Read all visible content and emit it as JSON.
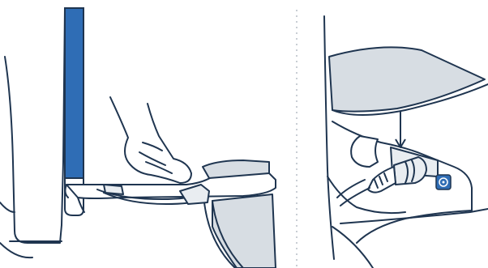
{
  "colors": {
    "background": "#ffffff",
    "outline": "#1f3550",
    "accent_blue": "#2f6db5",
    "panel_gray": "#d7dde3",
    "connector_gray": "#e9edf1",
    "divider": "#c9ced4"
  },
  "panels": [
    {
      "name": "left-illustration",
      "content": "hand-routing-cable-through-clip"
    },
    {
      "name": "right-illustration",
      "content": "cable-plugged-into-port-with-arrow"
    }
  ],
  "icons": {
    "arrow": "arrow-down-icon",
    "port_badge": "connector-port-icon"
  }
}
